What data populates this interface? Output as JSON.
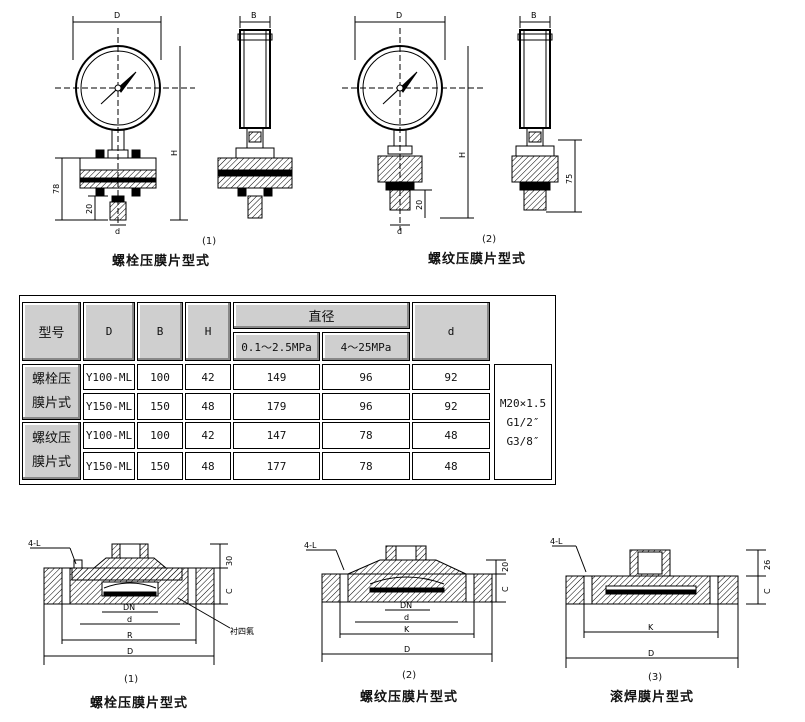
{
  "top_figures": [
    {
      "num": "(1)",
      "title": "螺栓压膜片型式"
    },
    {
      "num": "(2)",
      "title": "螺纹压膜片型式"
    }
  ],
  "top_dims": {
    "D": "D",
    "B": "B",
    "H": "H",
    "d": "d",
    "dim78": "78",
    "dim20": "20",
    "dim75": "75"
  },
  "table": {
    "header": {
      "model": "型号",
      "D": "D",
      "B": "B",
      "H": "H",
      "diameter": "直径",
      "range1": "0.1～2.5MPa",
      "range2": "4～25MPa",
      "d": "d"
    },
    "groups": [
      {
        "label_line1": "螺栓压",
        "label_line2": "膜片式",
        "rows": [
          {
            "model": "Y100-ML",
            "D": "100",
            "B": "42",
            "r1": "149",
            "r2": "96",
            "d": "92"
          },
          {
            "model": "Y150-ML",
            "D": "150",
            "B": "48",
            "r1": "179",
            "r2": "96",
            "d": "92"
          }
        ]
      },
      {
        "label_line1": "螺纹压",
        "label_line2": "膜片式",
        "rows": [
          {
            "model": "Y100-ML",
            "D": "100",
            "B": "42",
            "r1": "147",
            "r2": "78",
            "d": "48"
          },
          {
            "model": "Y150-ML",
            "D": "150",
            "B": "48",
            "r1": "177",
            "r2": "78",
            "d": "48"
          }
        ]
      }
    ],
    "threads": [
      "M20×1.5",
      "G1/2″",
      "G3/8″"
    ]
  },
  "bottom_figures": [
    {
      "num": "(1)",
      "title": "螺栓压膜片型式",
      "labels": {
        "holes": "4-L",
        "h30": "30",
        "C": "C",
        "DN": "DN",
        "d": "d",
        "R": "R",
        "D": "D",
        "lining": "衬四氟"
      }
    },
    {
      "num": "(2)",
      "title": "螺纹压膜片型式",
      "labels": {
        "holes": "4-L",
        "h20": "20",
        "C": "C",
        "DN": "DN",
        "d": "d",
        "K": "K",
        "D": "D"
      }
    },
    {
      "num": "(3)",
      "title": "滚焊膜片型式",
      "labels": {
        "holes": "4-L",
        "h26": "26",
        "C": "C",
        "K": "K",
        "D": "D"
      }
    }
  ]
}
